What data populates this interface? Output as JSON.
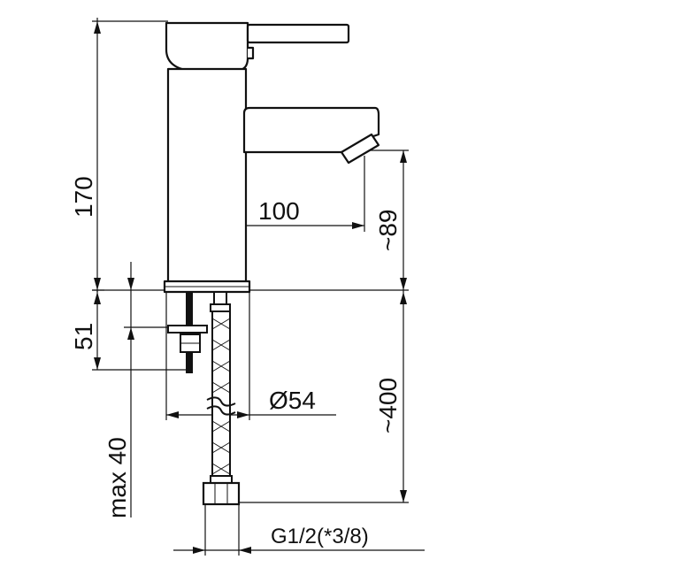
{
  "drawing": {
    "dimensions": {
      "height_total": "170",
      "spout_reach": "100",
      "spout_height": "~89",
      "mount_depth": "51",
      "diameter": "Ø54",
      "hose_length": "~400",
      "max_thickness": "max 40",
      "connection": "G1/2(*3/8)"
    },
    "colors": {
      "line": "#111111",
      "background": "#ffffff"
    }
  }
}
